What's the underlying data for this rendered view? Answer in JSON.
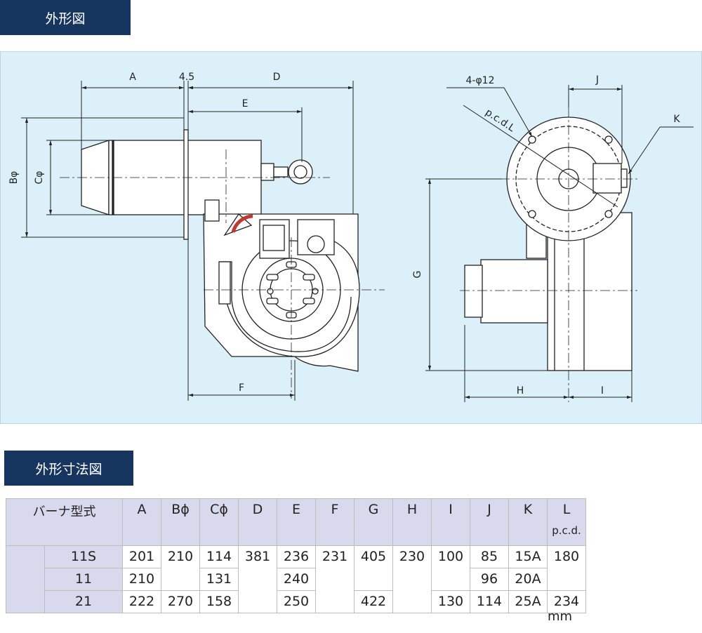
{
  "section1": {
    "title": "外形図"
  },
  "section2": {
    "title": "外形寸法図"
  },
  "drawing": {
    "labels": {
      "A": "A",
      "d45": "4.5",
      "D": "D",
      "E": "E",
      "Bphi": "Bφ",
      "Cphi": "Cφ",
      "F": "F",
      "G": "G",
      "H": "H",
      "I": "I",
      "J": "J",
      "K": "K",
      "holes": "4-φ12",
      "pcd": "p.c.d.L"
    }
  },
  "table": {
    "model_header": "バーナ型式",
    "columns": [
      "A",
      "Bϕ",
      "Cϕ",
      "D",
      "E",
      "F",
      "G",
      "H",
      "I",
      "J",
      "K",
      "L"
    ],
    "pcd_note": "p.c.d.",
    "rows": [
      {
        "model": "11S",
        "A": "201",
        "B": "210",
        "C": "114",
        "D": "381",
        "E": "236",
        "F": "231",
        "G": "405",
        "H": "230",
        "I": "100",
        "J": "85",
        "K": "15A",
        "L": "180"
      },
      {
        "model": "11",
        "A": "210",
        "C": "131",
        "E": "240",
        "J": "96",
        "K": "20A"
      },
      {
        "model": "21",
        "A": "222",
        "B": "270",
        "C": "158",
        "E": "250",
        "G": "422",
        "I": "130",
        "J": "114",
        "K": "25A",
        "L": "234"
      }
    ],
    "unit": "mm"
  },
  "colors": {
    "header_bg": "#16365f",
    "drawing_bg": "#dcf0fa",
    "table_header_bg": "#d9d9ee"
  }
}
